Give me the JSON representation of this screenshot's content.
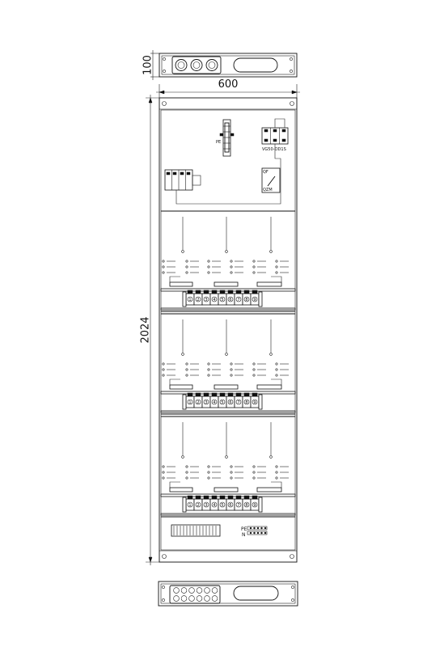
{
  "dimensions": {
    "depth": "100",
    "width": "600",
    "height": "2024"
  },
  "components": {
    "surge_protector": "VG50-OD1S",
    "switch_label_top": "QF",
    "switch_label_bottom": "QZM",
    "pe_label": "PE",
    "pe_bar_label": "PE",
    "n_bar_label": "N"
  },
  "terminal_rows": [
    {
      "terminals": [
        "1",
        "2",
        "3",
        "4",
        "5",
        "6",
        "7",
        "8",
        "9"
      ]
    },
    {
      "terminals": [
        "1",
        "2",
        "3",
        "4",
        "5",
        "6",
        "7",
        "8",
        "9"
      ]
    },
    {
      "terminals": [
        "1",
        "2",
        "3",
        "4",
        "5",
        "6",
        "7",
        "8",
        "9"
      ]
    }
  ]
}
